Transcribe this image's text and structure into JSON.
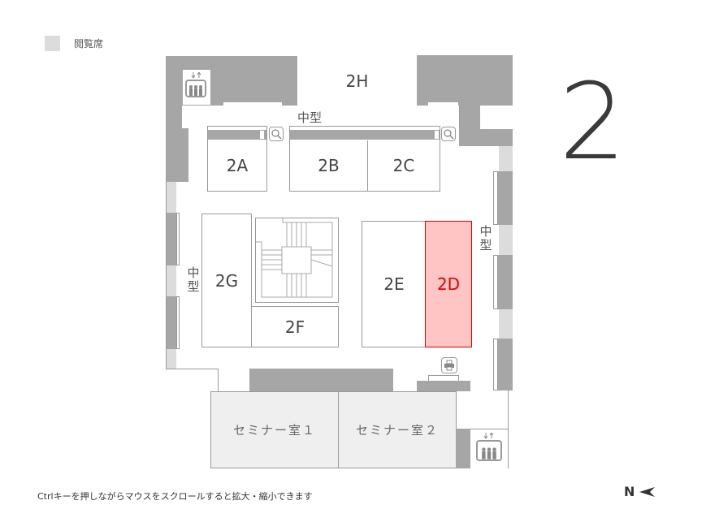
{
  "legend": {
    "label": "閲覧席",
    "swatch_color": "#dcdcdc"
  },
  "floor": {
    "number": "2"
  },
  "rooms": {
    "r2H": {
      "label": "2H"
    },
    "r2A": {
      "label": "2A"
    },
    "r2B": {
      "label": "2B"
    },
    "r2C": {
      "label": "2C"
    },
    "r2D": {
      "label": "2D",
      "selected": true,
      "highlight_color": "#ffc4c4"
    },
    "r2E": {
      "label": "2E"
    },
    "r2F": {
      "label": "2F"
    },
    "r2G": {
      "label": "2G"
    },
    "seminar1": {
      "label": "セミナー室１"
    },
    "seminar2": {
      "label": "セミナー室２"
    }
  },
  "labels": {
    "medium_top": "中型",
    "medium_left": [
      "中",
      "型"
    ],
    "medium_right": [
      "中",
      "型"
    ]
  },
  "icons": {
    "elevator": "elevator-icon",
    "search": "magnifier-icon",
    "printer": "printer-icon",
    "north_arrow": "north-arrow-icon"
  },
  "footer": {
    "hint": "Ctrlキーを押しながらマウスをスクロールすると拡大・縮小できます"
  },
  "compass": {
    "label": "N"
  },
  "colors": {
    "wall": "#a6a6a6",
    "reading_seat": "#dcdcdc",
    "selected": "#e00000"
  }
}
